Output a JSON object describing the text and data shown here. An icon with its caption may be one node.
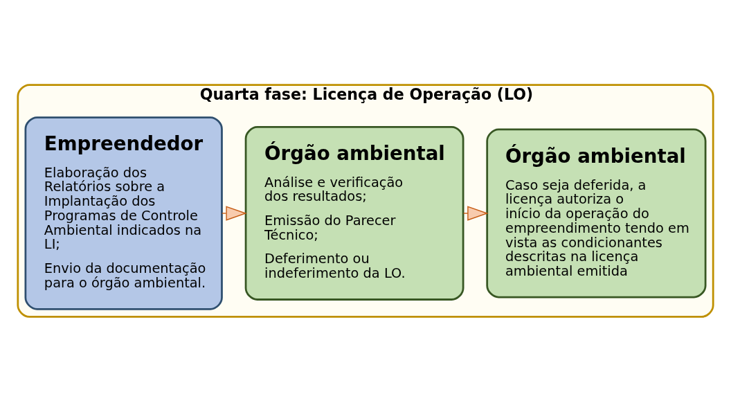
{
  "diagram": {
    "nodes": [
      {
        "text": [
          "Quarta fase: Licença de Operação (LO)"
        ]
      },
      {
        "text": [
          "Empreendedor",
          "Elaboração dos Relatórios sobre a Implantação dos Programas de Controle Ambiental indicados na LI;",
          "Envio da documentação para o órgão ambiental."
        ],
        "in": 0
      },
      {
        "text": [
          "Órgão ambiental",
          "Análise e verificação dos resultados;",
          "Emissão do Parecer Técnico;",
          "Deferimento ou indeferimento da LO."
        ],
        "in": 0
      },
      {
        "text": [
          "Órgão ambiental",
          "Caso seja deferida, a licença autoriza o início da operação do empreendimento tendo em vista as condicionantes descritas na licença ambiental emitida"
        ],
        "in": 0
      }
    ],
    "edges": [
      {
        "from": 1,
        "to": 2,
        "arrow": "to"
      },
      {
        "from": 2,
        "to": 3,
        "arrow": "to"
      }
    ]
  }
}
